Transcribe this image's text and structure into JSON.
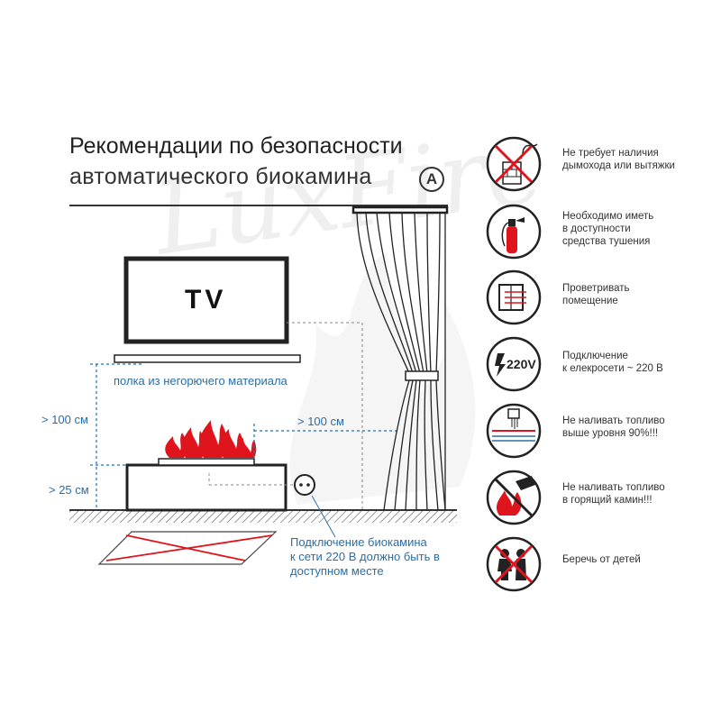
{
  "title": {
    "line1": "Рекомендации по безопасности",
    "line2": "автоматического биокамина",
    "badge": "A"
  },
  "watermark": "LuxFire",
  "diagram": {
    "tv_label": "TV",
    "shelf_label": "полка из негорючего материала",
    "height_above_label": "> 100 см",
    "height_below_label": "> 25 см",
    "side_distance_label": "> 100 см",
    "outlet_note": [
      "Подключение биокамина",
      "к сети 220 В должно быть в",
      "доступном месте"
    ],
    "flame_color": "#e0141d",
    "dimension_color": "#2a6ea6"
  },
  "safety_items": [
    {
      "icon": "no-chimney-icon",
      "lines": [
        "Не требует наличия",
        "дымохода или вытяжки"
      ]
    },
    {
      "icon": "fire-extinguisher-icon",
      "lines": [
        "Необходимо иметь",
        "в доступности",
        "средства тушения"
      ]
    },
    {
      "icon": "ventilate-window-icon",
      "lines": [
        "Проветривать",
        "помещение"
      ]
    },
    {
      "icon": "power-220v-icon",
      "icon_text": "220V",
      "lines": [
        "Подключение",
        "к елекросети ~ 220 В"
      ]
    },
    {
      "icon": "fuel-level-icon",
      "lines": [
        "Не наливать топливо",
        "выше уровня 90%!!!"
      ]
    },
    {
      "icon": "no-refuel-burning-icon",
      "lines": [
        "Не наливать топливо",
        "в горящий камин!!!"
      ]
    },
    {
      "icon": "keep-from-children-icon",
      "lines": [
        "Беречь от детей"
      ]
    }
  ]
}
